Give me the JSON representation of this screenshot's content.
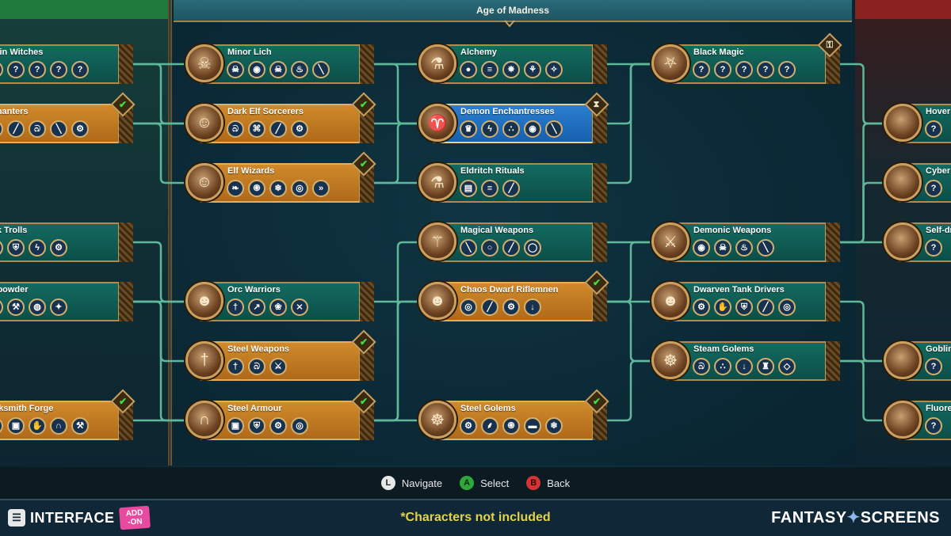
{
  "era": {
    "title": "Age of Madness"
  },
  "nodes": [
    {
      "id": "goblin-witches",
      "name": "oblin Witches",
      "state": "avail",
      "portrait": "",
      "icons": [
        "?",
        "?",
        "?",
        "?",
        "?"
      ],
      "badge": ""
    },
    {
      "id": "enchanters",
      "name": "nchanters",
      "state": "done",
      "portrait": "",
      "icons": [
        "bell",
        "wand",
        "swirl",
        "staff",
        "gear"
      ],
      "badge": "check"
    },
    {
      "id": "rock-trolls",
      "name": "ock Trolls",
      "state": "avail",
      "portrait": "",
      "icons": [
        "swords",
        "shield",
        "bolt",
        "gear"
      ],
      "badge": ""
    },
    {
      "id": "gunpowder",
      "name": "unpowder",
      "state": "avail",
      "portrait": "",
      "icons": [
        "gun",
        "hammer",
        "shell",
        "star"
      ],
      "badge": ""
    },
    {
      "id": "blacksmith-forge",
      "name": "lacksmith Forge",
      "state": "done",
      "portrait": "",
      "icons": [
        "sword",
        "armor",
        "gauntlet",
        "helm",
        "hammer"
      ],
      "badge": "check"
    },
    {
      "id": "minor-lich",
      "name": "Minor Lich",
      "state": "avail",
      "portrait": "lich",
      "icons": [
        "skull-bones",
        "eye",
        "skull",
        "flame",
        "staff"
      ],
      "badge": ""
    },
    {
      "id": "dark-elf-sorcerers",
      "name": "Dark Elf Sorcerers",
      "state": "done",
      "portrait": "elf",
      "icons": [
        "swirl",
        "mask",
        "wand",
        "gear"
      ],
      "badge": "check"
    },
    {
      "id": "elf-wizards",
      "name": "Elf Wizards",
      "state": "done",
      "portrait": "elf",
      "icons": [
        "leaf",
        "spiral",
        "snow",
        "vortex",
        "dash"
      ],
      "badge": "check"
    },
    {
      "id": "orc-warriors",
      "name": "Orc Warriors",
      "state": "avail",
      "portrait": "orc",
      "icons": [
        "sword",
        "spear",
        "mace",
        "axe"
      ],
      "badge": ""
    },
    {
      "id": "steel-weapons",
      "name": "Steel Weapons",
      "state": "done",
      "portrait": "sword",
      "icons": [
        "sword",
        "swirl",
        "swords"
      ],
      "badge": "check"
    },
    {
      "id": "steel-armour",
      "name": "Steel Armour",
      "state": "done",
      "portrait": "helm",
      "icons": [
        "armor",
        "shield",
        "gear",
        "target"
      ],
      "badge": "check"
    },
    {
      "id": "alchemy",
      "name": "Alchemy",
      "state": "avail",
      "portrait": "flask",
      "icons": [
        "bomb",
        "scroll",
        "rune",
        "brain",
        "sparkle"
      ],
      "badge": ""
    },
    {
      "id": "demon-enchantresses",
      "name": "Demon Enchantresses",
      "state": "sel",
      "portrait": "demon",
      "icons": [
        "crown",
        "zap",
        "drops",
        "eye",
        "staff"
      ],
      "badge": "hourglass"
    },
    {
      "id": "eldritch-rituals",
      "name": "Eldritch Rituals",
      "state": "avail",
      "portrait": "flask",
      "icons": [
        "card",
        "scroll",
        "wand"
      ],
      "badge": ""
    },
    {
      "id": "magical-weapons",
      "name": "Magical Weapons",
      "state": "avail",
      "portrait": "staff",
      "icons": [
        "staff",
        "mirror",
        "wand",
        "ring"
      ],
      "badge": ""
    },
    {
      "id": "chaos-dwarf-riflemnen",
      "name": "Chaos Dwarf Riflemnen",
      "state": "done",
      "portrait": "dwarf",
      "icons": [
        "target",
        "wand",
        "gear",
        "arrow"
      ],
      "badge": "check"
    },
    {
      "id": "steel-golems",
      "name": "Steel Golems",
      "state": "done",
      "portrait": "golem",
      "icons": [
        "gear",
        "wings",
        "spiral",
        "tank",
        "snow"
      ],
      "badge": "check"
    },
    {
      "id": "black-magic",
      "name": "Black Magic",
      "state": "avail",
      "portrait": "pentagram",
      "icons": [
        "?",
        "?",
        "?",
        "?",
        "?"
      ],
      "badge": "lock"
    },
    {
      "id": "demonic-weapons",
      "name": "Demonic Weapons",
      "state": "avail",
      "portrait": "blade",
      "icons": [
        "eye",
        "skull",
        "flame",
        "staff"
      ],
      "badge": ""
    },
    {
      "id": "dwarven-tank-drivers",
      "name": "Dwarven Tank Drivers",
      "state": "avail",
      "portrait": "dwarf",
      "icons": [
        "gear",
        "gauntlet",
        "shield",
        "wand",
        "target"
      ],
      "badge": ""
    },
    {
      "id": "steam-golems",
      "name": "Steam Golems",
      "state": "avail",
      "portrait": "golem",
      "icons": [
        "swirl",
        "arm",
        "arrow",
        "castle",
        "gem"
      ],
      "badge": ""
    },
    {
      "id": "hover",
      "name": "Hover",
      "state": "avail",
      "portrait": "",
      "icons": [
        "?"
      ],
      "badge": ""
    },
    {
      "id": "cyber",
      "name": "Cyber",
      "state": "avail",
      "portrait": "",
      "icons": [
        "?"
      ],
      "badge": ""
    },
    {
      "id": "self-dr",
      "name": "Self-dr",
      "state": "avail",
      "portrait": "",
      "icons": [
        "?"
      ],
      "badge": ""
    },
    {
      "id": "goblin",
      "name": "Goblin",
      "state": "avail",
      "portrait": "",
      "icons": [
        "?"
      ],
      "badge": ""
    },
    {
      "id": "fluore",
      "name": "Fluore",
      "state": "avail",
      "portrait": "",
      "icons": [
        "?"
      ],
      "badge": ""
    }
  ],
  "controls": {
    "navigate": {
      "key": "L",
      "label": "Navigate"
    },
    "select": {
      "key": "A",
      "label": "Select"
    },
    "back": {
      "key": "B",
      "label": "Back"
    }
  },
  "footer": {
    "brand_left": "INTERFACE",
    "addon_line1": "ADD",
    "addon_line2": "-ON",
    "tagline": "*Characters not included",
    "brand_right_1": "FANTASY",
    "brand_right_2": "SCREENS"
  },
  "colors": {
    "completed": "#c47a22",
    "available": "#0f5f56",
    "selected": "#2070c0",
    "connector": "#5fb89a",
    "tagline": "#e2d44a"
  }
}
